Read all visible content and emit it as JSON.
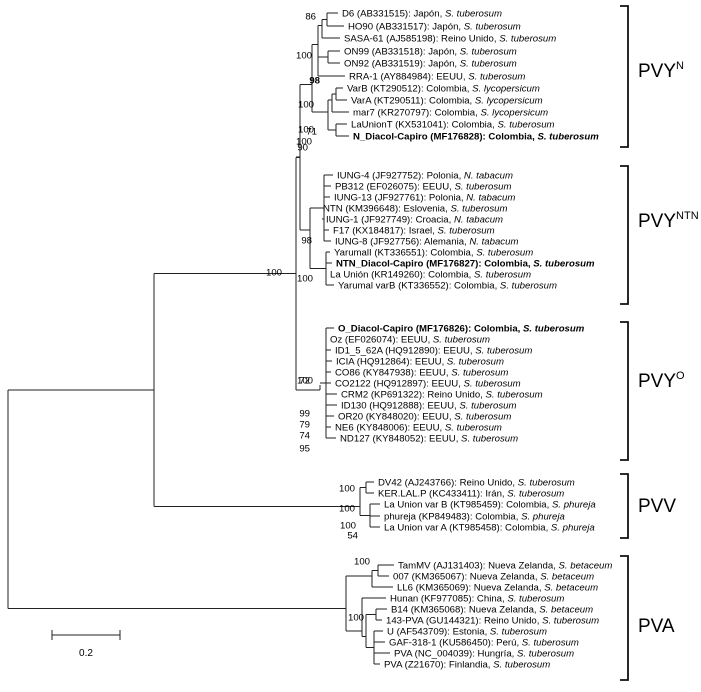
{
  "groups": [
    {
      "name": "PVY",
      "sup": "N",
      "leaves": [
        {
          "acc": "D6 (AB331515): Japón, ",
          "host": "S. tuberosum",
          "bold": false
        },
        {
          "acc": "HO90 (AB331517): Japón, ",
          "host": "S. tuberosum",
          "bold": false
        },
        {
          "acc": "SASA-61 (AJ585198): Reino Unido, ",
          "host": "S. tuberosum",
          "bold": false
        },
        {
          "acc": "ON99 (AB331518): Japón, ",
          "host": "S. tuberosum",
          "bold": false
        },
        {
          "acc": "ON92 (AB331519): Japón, ",
          "host": "S. tuberosum",
          "bold": false
        },
        {
          "acc": "RRA-1 (AY884984): EEUU, ",
          "host": "S. tuberosum",
          "bold": false
        },
        {
          "acc": "VarB (KT290512): Colombia, ",
          "host": "S. lycopersicum",
          "bold": false
        },
        {
          "acc": "VarA (KT290511): Colombia, ",
          "host": "S. lycopersicum",
          "bold": false
        },
        {
          "acc": "mar7 (KR270797): Colombia, ",
          "host": "S. lycopersicum",
          "bold": false
        },
        {
          "acc": "LaUnionT (KX531041): Colombia, ",
          "host": "S. tuberosum",
          "bold": false
        },
        {
          "acc": "N_Diacol-Capiro (MF176828): Colombia, ",
          "host": "S. tuberosum",
          "bold": true
        }
      ]
    },
    {
      "name": "PVY",
      "sup": "NTN",
      "leaves": [
        {
          "acc": "IUNG-4 (JF927752): Polonia, ",
          "host": "N. tabacum",
          "bold": false
        },
        {
          "acc": "PB312 (EF026075): EEUU, ",
          "host": "S. tuberosum",
          "bold": false
        },
        {
          "acc": "IUNG-13 (JF927761): Polonia, ",
          "host": "N. tabacum",
          "bold": false
        },
        {
          "acc": "NTN (KM396648): Eslovenia, ",
          "host": "S. tuberosum",
          "bold": false
        },
        {
          "acc": "IUNG-1 (JF927749): Croacia, ",
          "host": "N. tabacum",
          "bold": false
        },
        {
          "acc": "F17 (KX184817): Israel, ",
          "host": "S. tuberosum",
          "bold": false
        },
        {
          "acc": "IUNG-8 (JF927756): Alemania, ",
          "host": "N. tabacum",
          "bold": false
        },
        {
          "acc": "YarumalI (KT336551): Colombia, ",
          "host": "S. tuberosum",
          "bold": false
        },
        {
          "acc": "NTN_Diacol-Capiro (MF176827): Colombia, ",
          "host": "S. tuberosum",
          "bold": true
        },
        {
          "acc": "La Unión (KR149260): Colombia, ",
          "host": "S. tuberosum",
          "bold": false
        },
        {
          "acc": "Yarumal varB (KT336552): Colombia, ",
          "host": "S. tuberosum",
          "bold": false
        }
      ]
    },
    {
      "name": "PVY",
      "sup": "O",
      "leaves": [
        {
          "acc": "O_Diacol-Capiro (MF176826): Colombia, ",
          "host": "S. tuberosum",
          "bold": true
        },
        {
          "acc": "Oz (EF026074): EEUU, ",
          "host": "S. tuberosum",
          "bold": false
        },
        {
          "acc": "ID1_5_62A (HQ912890): EEUU, ",
          "host": "S. tuberosum",
          "bold": false
        },
        {
          "acc": "ICIA (HQ912864): EEUU, ",
          "host": "S. tuberosum",
          "bold": false
        },
        {
          "acc": "CO86 (KY847938): EEUU, ",
          "host": "S. tuberosum",
          "bold": false
        },
        {
          "acc": "CO2122 (HQ912897): EEUU, ",
          "host": "S. tuberosum",
          "bold": false
        },
        {
          "acc": "CRM2 (KP691322): Reino Unido, ",
          "host": "S. tuberosum",
          "bold": false
        },
        {
          "acc": "ID130 (HQ912888): EEUU, ",
          "host": "S. tuberosum",
          "bold": false
        },
        {
          "acc": "OR20 (KY848020): EEUU, ",
          "host": "S. tuberosum",
          "bold": false
        },
        {
          "acc": "NE6 (KY848006): EEUU, ",
          "host": "S. tuberosum",
          "bold": false
        },
        {
          "acc": "ND127 (KY848052): EEUU, ",
          "host": "S. tuberosum",
          "bold": false
        }
      ]
    },
    {
      "name": "PVV",
      "sup": "",
      "leaves": [
        {
          "acc": "DV42 (AJ243766): Reino Unido, ",
          "host": "S. tuberosum",
          "bold": false
        },
        {
          "acc": "KER.LAL.P (KC433411): Irán, ",
          "host": "S. tuberosum",
          "bold": false
        },
        {
          "acc": "La Union var B (KT985459): Colombia, ",
          "host": "S. phureja",
          "bold": false
        },
        {
          "acc": "phureja (KP849483): Colombia, ",
          "host": "S. phureja",
          "bold": false
        },
        {
          "acc": "La Union var A (KT985458): Colombia, ",
          "host": "S. phureja",
          "bold": false
        }
      ]
    },
    {
      "name": "PVA",
      "sup": "",
      "leaves": [
        {
          "acc": "TamMV (AJ131403): Nueva Zelanda, ",
          "host": "S. betaceum",
          "bold": false
        },
        {
          "acc": "007 (KM365067): Nueva Zelanda, ",
          "host": "S. betaceum",
          "bold": false
        },
        {
          "acc": "LL6 (KM365069): Nueva Zelanda, ",
          "host": "S. betaceum",
          "bold": false
        },
        {
          "acc": "Hunan (KF977085): China, ",
          "host": "S. tuberosum",
          "bold": false
        },
        {
          "acc": "B14 (KM365068): Nueva Zelanda, ",
          "host": "S. betaceum",
          "bold": false
        },
        {
          "acc": "143-PVA (GU144321): Reino Unido, ",
          "host": "S. tuberosum",
          "bold": false
        },
        {
          "acc": "U (AF543709): Estonia, ",
          "host": "S. tuberosum",
          "bold": false
        },
        {
          "acc": "GAF-318-1 (KU586450): Perú, ",
          "host": "S. tuberosum",
          "bold": false
        },
        {
          "acc": "PVA (NC_004039): Hungría, ",
          "host": "S. tuberosum",
          "bold": false
        },
        {
          "acc": "PVA (Z21670): Finlandia, ",
          "host": "S. tuberosum",
          "bold": false
        }
      ]
    }
  ],
  "bootstrap": [
    "86",
    "100",
    "98",
    "100",
    "100",
    "71",
    "100",
    "90",
    "100",
    "98",
    "100",
    "100",
    "72",
    "99",
    "79",
    "74",
    "95",
    "100",
    "100",
    "100",
    "54",
    "100",
    "100"
  ],
  "scale_bar": {
    "label": "0.2"
  }
}
